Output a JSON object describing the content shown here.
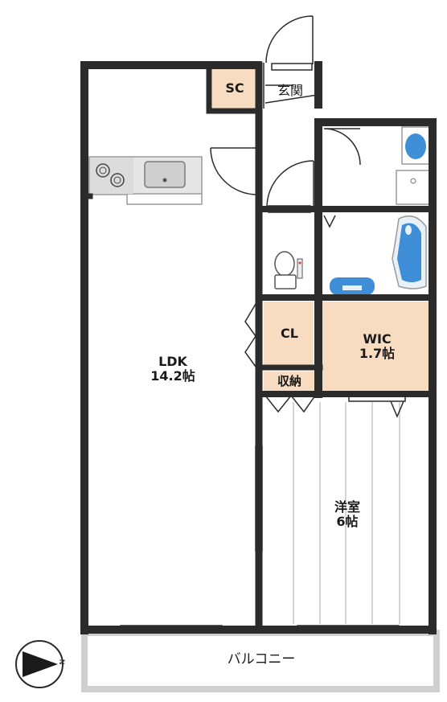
{
  "rooms": {
    "ldk": {
      "name": "LDK",
      "size": "14.2帖"
    },
    "western": {
      "name": "洋室",
      "size": "6帖"
    },
    "wic": {
      "name": "WIC",
      "size": "1.7帖"
    },
    "closet": {
      "name": "CL"
    },
    "storage": {
      "name": "収納"
    },
    "shoe_cabinet": {
      "name": "SC"
    },
    "entrance": {
      "name": "玄関"
    },
    "balcony": {
      "name": "バルコニー"
    }
  },
  "compass": {
    "label": "N",
    "direction": "east"
  },
  "colors": {
    "wall": "#2b2b2b",
    "storage_fill": "#f8dcc1",
    "floor_line": "#d5d5d5",
    "balcony": "#d0d0d0",
    "bath_blue": "#3f8ed8"
  }
}
